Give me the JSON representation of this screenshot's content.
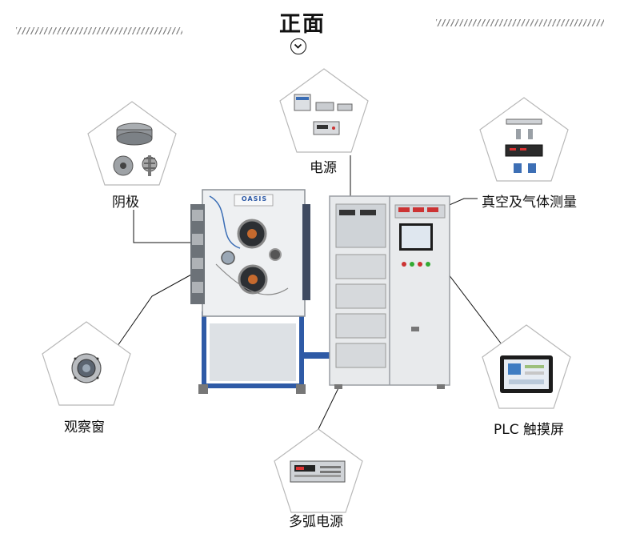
{
  "header": {
    "title": "正面"
  },
  "brand": {
    "machine_logo": "OASIS"
  },
  "callouts": [
    {
      "id": "cathode",
      "label": "阴极"
    },
    {
      "id": "power-supply",
      "label": "电源"
    },
    {
      "id": "vacuum-gas-measurement",
      "label": "真空及气体测量"
    },
    {
      "id": "viewing-window",
      "label": "观察窗"
    },
    {
      "id": "plc-touchscreen",
      "label": "PLC 触摸屏"
    },
    {
      "id": "multi-arc-power-supply",
      "label": "多弧电源"
    }
  ],
  "colors": {
    "hatch": "#8a8a8a",
    "frame_blue": "#2e5aa6",
    "pentagon_stroke": "#b5b5b5",
    "cabinet": "#e8eaec"
  }
}
